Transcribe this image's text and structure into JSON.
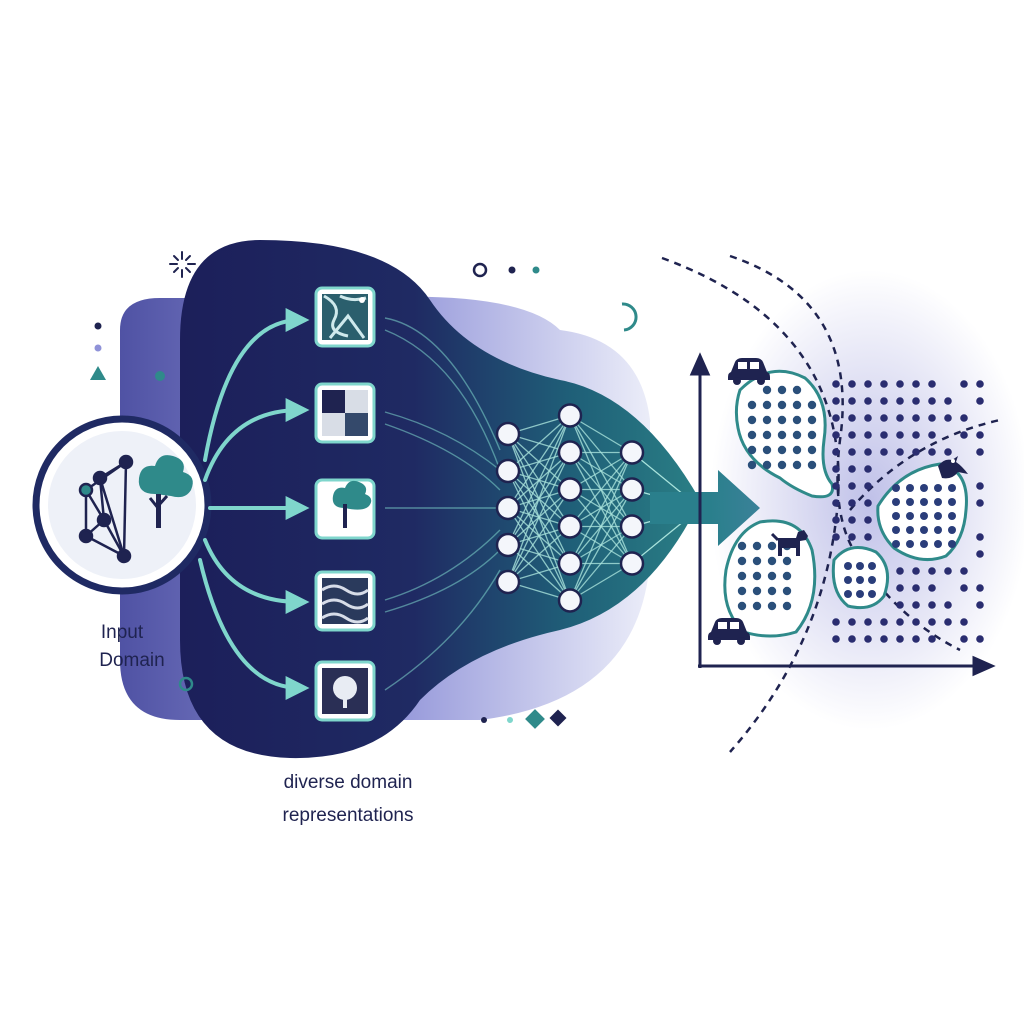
{
  "input_node": {
    "label_line1": "Input",
    "label_line2": "Domain"
  },
  "representations": {
    "caption_line1": "diverse domain",
    "caption_line2": "representations",
    "tiles": [
      {
        "icon": "abstract-texture-icon"
      },
      {
        "icon": "checker-texture-icon"
      },
      {
        "icon": "tree-icon"
      },
      {
        "icon": "wave-texture-icon"
      },
      {
        "icon": "tree-icon"
      }
    ]
  },
  "network": {
    "layers": [
      5,
      6,
      4
    ]
  },
  "embedding_plot": {
    "cluster_icons": [
      "car-icon",
      "dog-icon",
      "car-icon",
      "bird-icon"
    ]
  },
  "colors": {
    "navy": "#1f2350",
    "teal": "#2f8a8a",
    "light_teal": "#7fd6cc",
    "lavender": "#7e7fc8"
  }
}
